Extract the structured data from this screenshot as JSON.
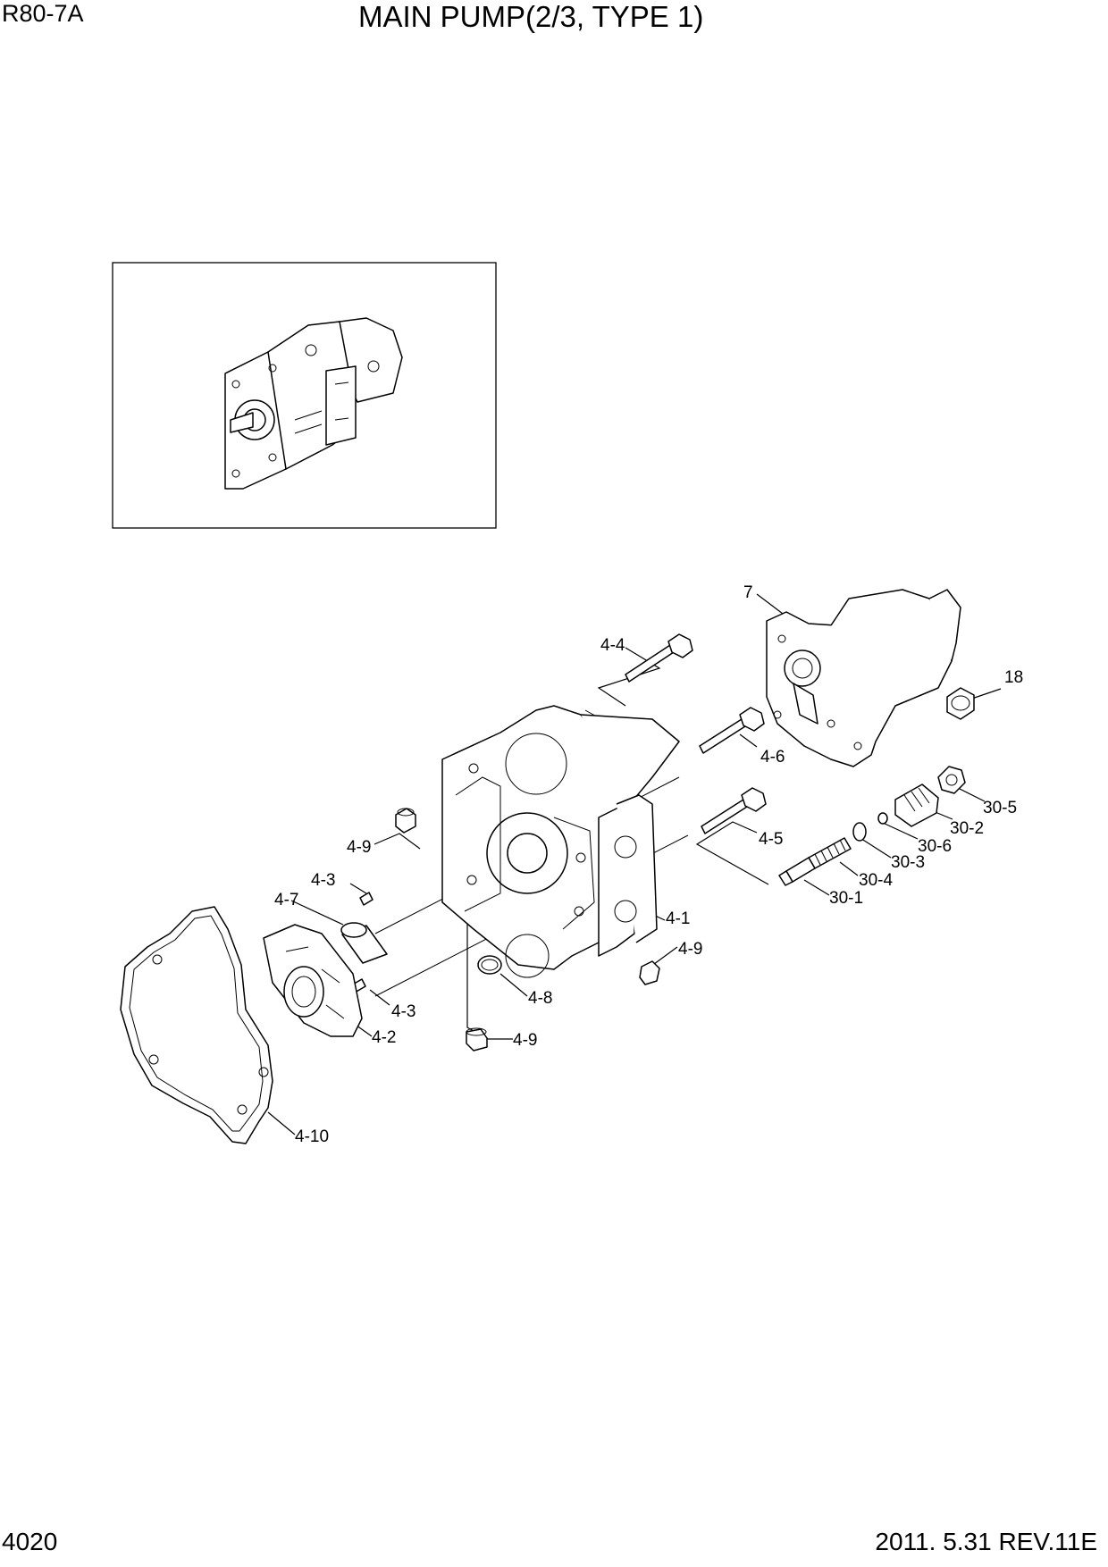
{
  "header": {
    "model": "R80-7A",
    "title": "MAIN PUMP(2/3, TYPE 1)"
  },
  "footer": {
    "page_number": "4020",
    "revision": "2011. 5.31  REV.11E"
  },
  "callouts": {
    "c7": "7",
    "c4_4": "4-4",
    "c18": "18",
    "c4_6": "4-6",
    "c30_5": "30-5",
    "c4_5": "4-5",
    "c30_2": "30-2",
    "c30_6": "30-6",
    "c4_9a": "4-9",
    "c30_3": "30-3",
    "c30_4": "30-4",
    "c4_3a": "4-3",
    "c30_1": "30-1",
    "c4_7": "4-7",
    "c4_1": "4-1",
    "c4_9b": "4-9",
    "c4_8": "4-8",
    "c4_3b": "4-3",
    "c4_2": "4-2",
    "c4_9c": "4-9",
    "c4_10": "4-10"
  }
}
